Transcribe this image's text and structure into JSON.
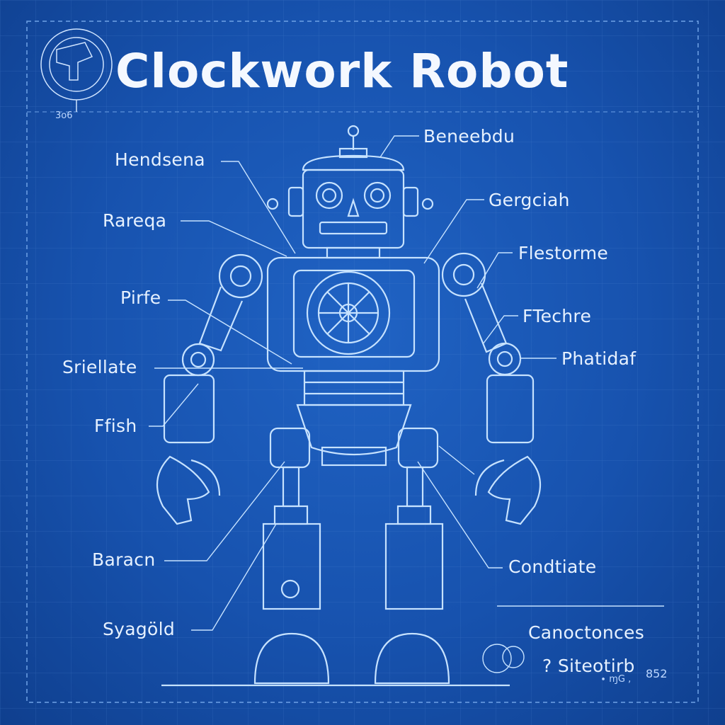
{
  "title": "Clockwork Robot",
  "seal_caption": "3o6",
  "colors": {
    "background": "#1752ae",
    "line": "#bfe0ff",
    "text": "#e6f1ff"
  },
  "labels_left": [
    "Hendsena",
    "Rareqa",
    "Pirfe",
    "Sriellate",
    "Ffish",
    "Baracn",
    "Syagöld"
  ],
  "labels_right": [
    "Beneebdu",
    "Gergciah",
    "Flestorme",
    "FTechre",
    "Phatidaf",
    "Condtiate"
  ],
  "footer": {
    "line1": "Canoctonces",
    "line2": "? Siteotirb",
    "subscript": "852",
    "note": "∙ ɱG ,"
  }
}
